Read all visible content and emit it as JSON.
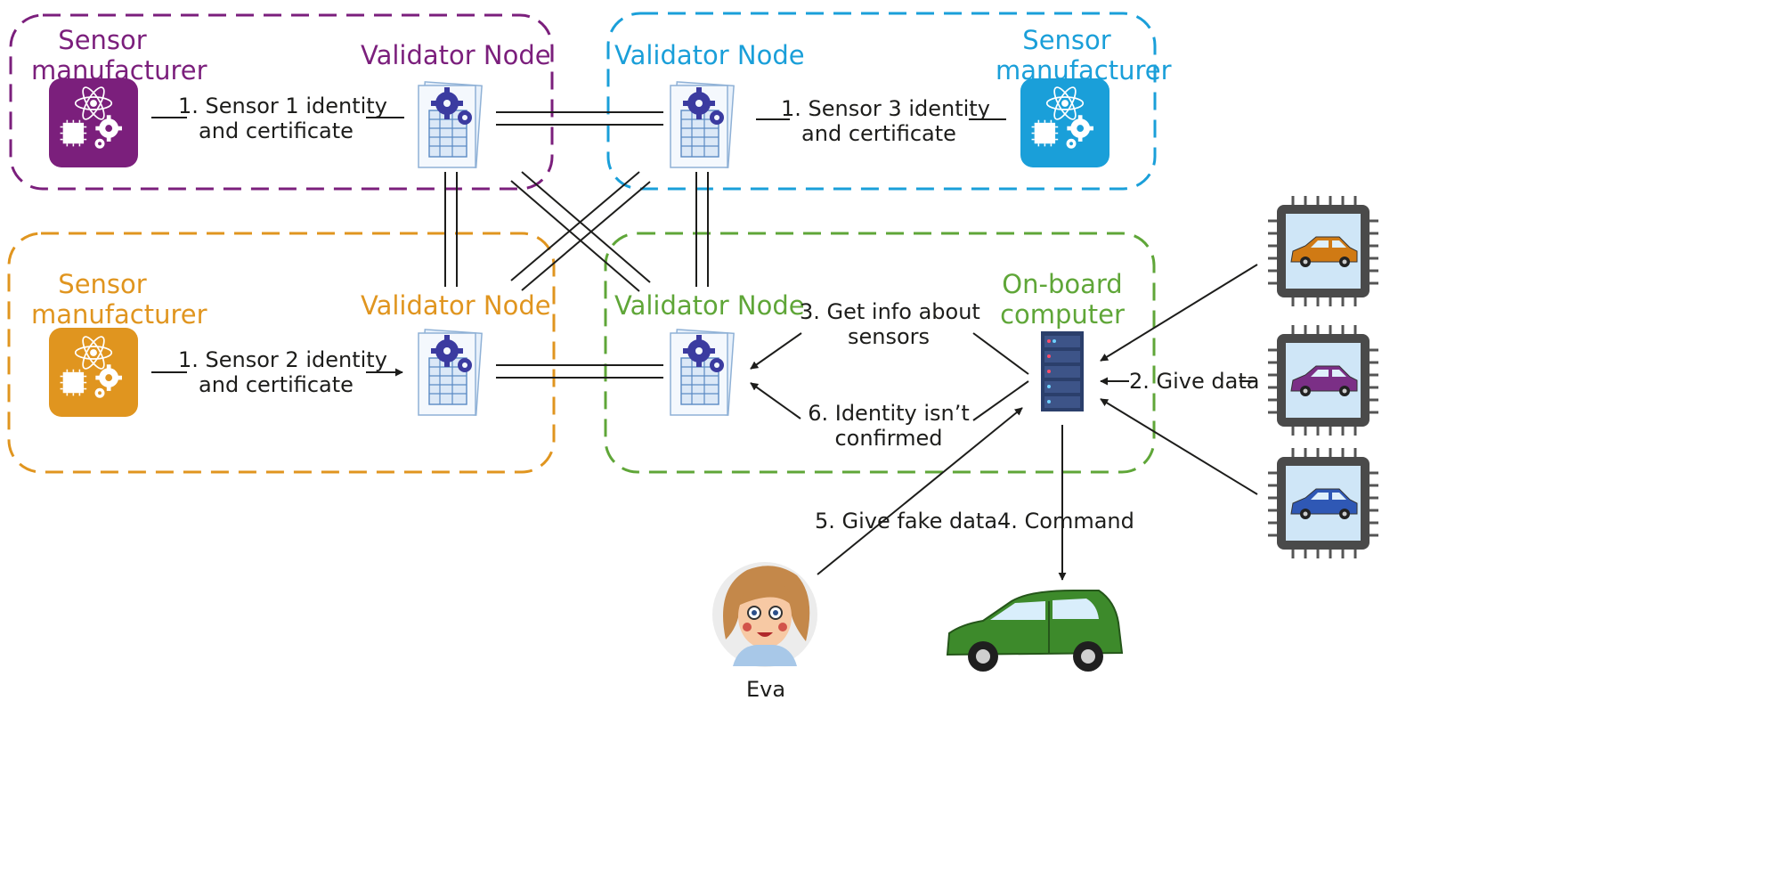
{
  "colors": {
    "purple": "#7b1f7c",
    "blue": "#1a9fd9",
    "orange": "#e0951f",
    "green": "#5fa638",
    "text": "#1d1d1b",
    "car_green": "#3d8a2b",
    "validator_page": "#e8f1fb",
    "validator_gear": "#3b3ba0",
    "server": "#2b3f6b"
  },
  "groups": {
    "purple": {
      "manufacturer": "Sensor\nmanufacturer",
      "validator": "Validator Node",
      "message": "1. Sensor 1 identity\nand certificate"
    },
    "blue": {
      "manufacturer": "Sensor\nmanufacturer",
      "validator": "Validator Node",
      "message": "1. Sensor 3 identity\nand certificate"
    },
    "orange": {
      "manufacturer": "Sensor\nmanufacturer",
      "validator": "Validator Node",
      "message": "1. Sensor 2 identity\nand certificate"
    },
    "green": {
      "onboard": "On-board\ncomputer",
      "validator": "Validator Node"
    }
  },
  "steps": {
    "get_info": "3.  Get info about\nsensors",
    "not_confirmed": "6.  Identity isn’t\nconfirmed",
    "give_data": "2. Give data",
    "fake_data": "5. Give fake data",
    "command": "4. Command"
  },
  "attacker": {
    "name": "Eva"
  },
  "icons": {
    "manufacturer": "factory-atom-chip-gear-icon",
    "validator": "ledger-document-gear-icon",
    "onboard": "server-rack-icon",
    "sensor_chip": "car-sensor-chip-icon",
    "car": "green-car-icon",
    "attacker": "woman-avatar-icon"
  }
}
